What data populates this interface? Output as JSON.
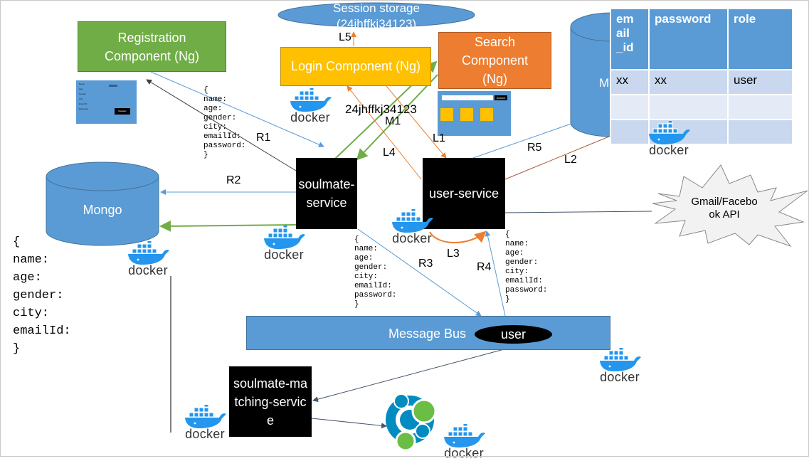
{
  "session_storage": {
    "title": "Session storage",
    "token": "(24jhffkj34123)"
  },
  "registration": {
    "label": "Registration Component (Ng)"
  },
  "login": {
    "label": "Login Component (Ng)"
  },
  "search": {
    "label": "Search Component (Ng)",
    "thumb_button": "Search"
  },
  "reg_thumb": {
    "lines": [
      "Name",
      "Age",
      "Gender",
      "City",
      "Email ID",
      "Password"
    ],
    "button": "Register"
  },
  "mongo_left": {
    "label": "Mongo"
  },
  "mongo_right": {
    "label": "M"
  },
  "table": {
    "headers": [
      "em ail _id",
      "password",
      "role"
    ],
    "rows": [
      [
        "xx",
        "xx",
        "user"
      ],
      [
        "",
        "",
        ""
      ],
      [
        "",
        "",
        ""
      ]
    ]
  },
  "soulmate_service": {
    "label": "soulmate-service"
  },
  "user_service": {
    "label": "user-service"
  },
  "matching_service": {
    "label": "soulmate-matching-service"
  },
  "message_bus": {
    "label": "Message Bus",
    "topic": "user"
  },
  "external_api": {
    "label": "Gmail/Facebook API"
  },
  "token_label": "24jhffkj34123",
  "edge_labels": {
    "L1": "L1",
    "L2": "L2",
    "L3": "L3",
    "L4": "L4",
    "L5": "L5",
    "R1": "R1",
    "R2": "R2",
    "R3": "R3",
    "R4": "R4",
    "R5": "R5",
    "M1": "M1"
  },
  "json_registration": "{\nname:\nage:\ngender:\ncity:\nemailId:\npassword:\n}",
  "json_soulmate": "{\nname:\nage:\ngender:\ncity:\nemailId:\npassword:\n}",
  "json_user": "{\nname:\nage:\ngender:\ncity:\nemailId:\npassword:\n}",
  "json_big": "{\nname:\nage:\ngender:\ncity:\nemailId:\n}",
  "docker_text": "docker",
  "colors": {
    "blue": "#5b9bd5",
    "green": "#70ad47",
    "orange": "#ed7d31",
    "yellow": "#ffc000",
    "docker_blue": "#2496ed",
    "neo_blue": "#008cc1",
    "neo_green": "#6abe45"
  }
}
